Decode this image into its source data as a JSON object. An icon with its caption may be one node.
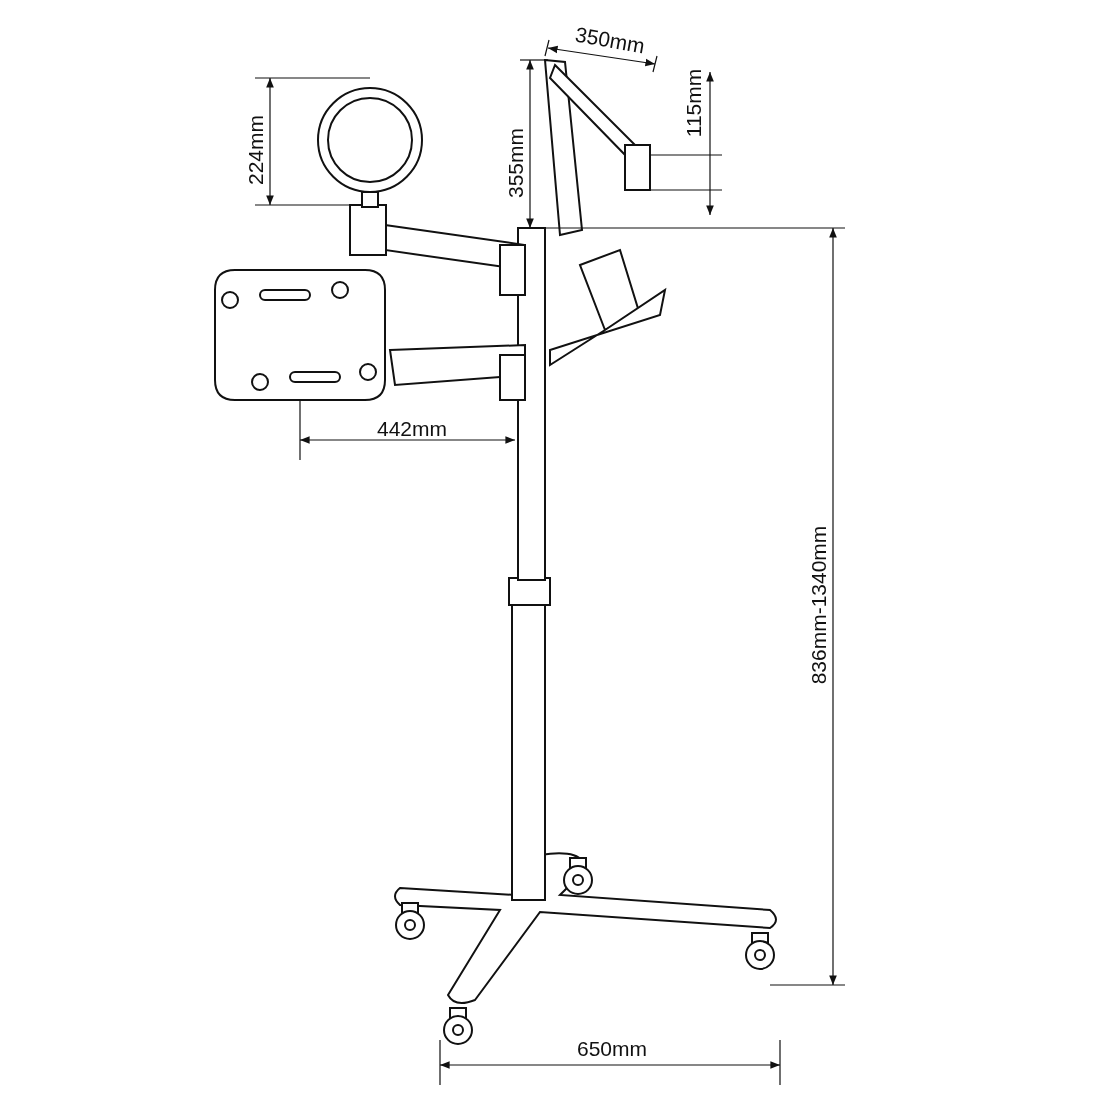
{
  "diagram": {
    "labels": [
      "350mm",
      "115mm",
      "224mm",
      "355mm",
      "442mm",
      "836mm-1340mm",
      "650mm"
    ]
  }
}
